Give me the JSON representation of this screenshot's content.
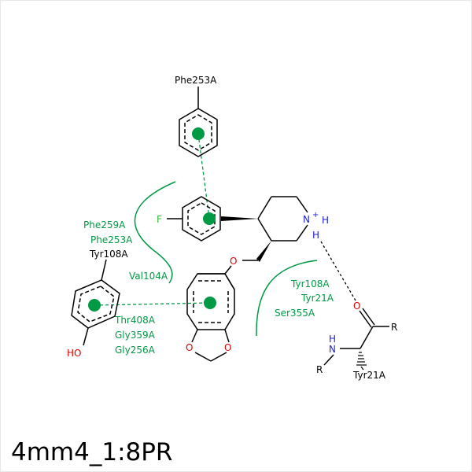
{
  "title": "4mm4_1:8PR",
  "colors": {
    "bond": "#000000",
    "interaction": "#009944",
    "oxygen": "#dd0000",
    "nitrogen": "#2222cc",
    "fluorine": "#33bb33",
    "residue_label": "#009944"
  },
  "residues": {
    "phe253_top": "Phe253A",
    "tyr108_left": "Tyr108A",
    "tyr21_bottom": "Tyr21A"
  },
  "hydrophobic_groups": {
    "left_top": [
      "Phe259A",
      "Phe253A"
    ],
    "left_mid": "Val104A",
    "left_bottom": [
      "Thr408A",
      "Gly359A",
      "Gly256A"
    ],
    "right": [
      "Tyr108A",
      "Tyr21A",
      "Ser355A"
    ]
  },
  "atoms": {
    "fluorine": "F",
    "piperidine_n": "N",
    "n_charge": "+",
    "h1": "H",
    "h2": "H",
    "ether_o": "O",
    "dioxole_o1": "O",
    "dioxole_o2": "O",
    "tyr_oh": "HO",
    "carbonyl_o": "O",
    "amide_n": "N",
    "amide_h": "H",
    "r1": "R",
    "r2": "R"
  }
}
